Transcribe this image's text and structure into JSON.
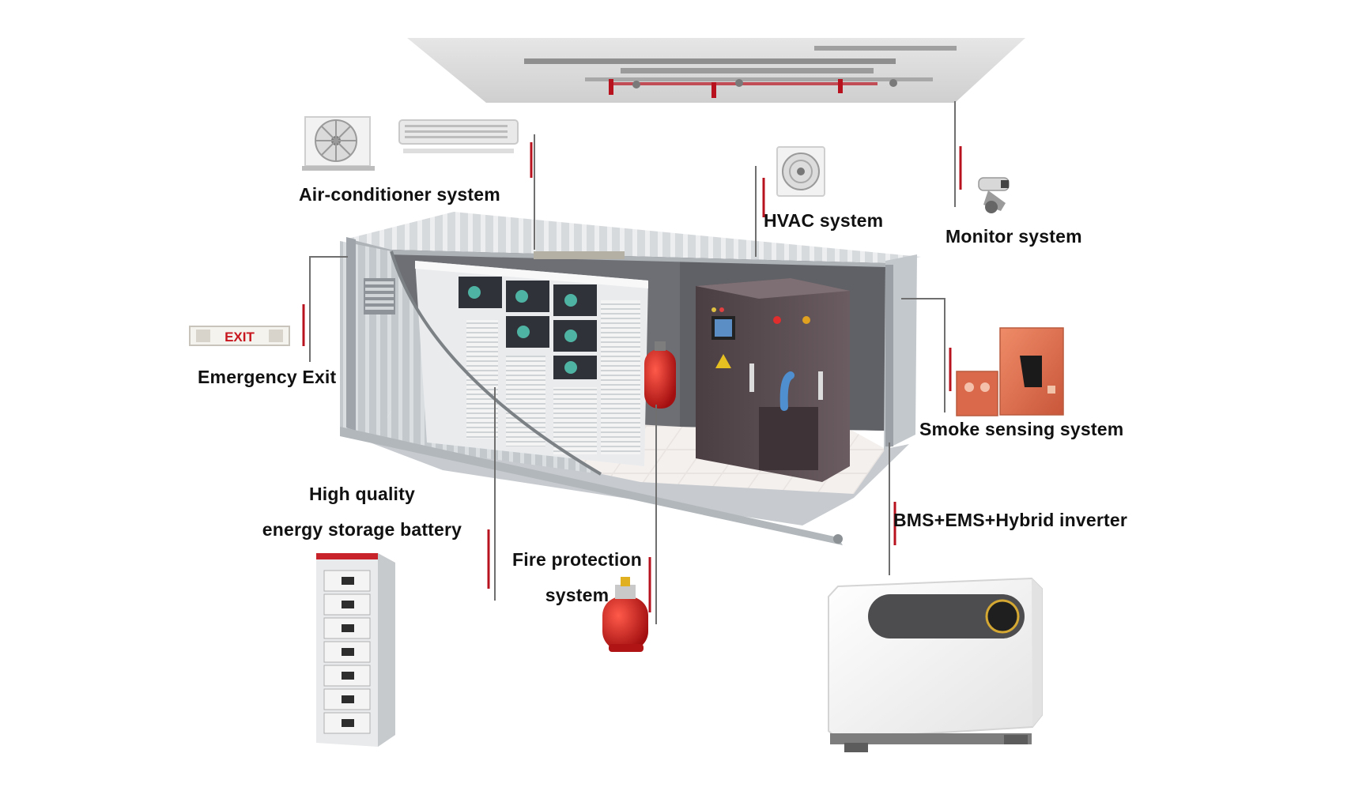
{
  "labels": {
    "air_conditioner": "Air-conditioner system",
    "hvac": "HVAC system",
    "monitor": "Monitor system",
    "emergency_exit": "Emergency Exit",
    "smoke_sensing": "Smoke sensing system",
    "battery_line1": "High quality",
    "battery_line2": "energy storage battery",
    "fire_line1": "Fire protection",
    "fire_line2": "system",
    "bms": "BMS+EMS+Hybrid inverter"
  },
  "exit_sign_text": "EXIT",
  "colors": {
    "leader_red": "#b8121f",
    "leader_grey": "#6f6f6f",
    "container_grey": "#c9ced3",
    "cabinet_dark": "#55484c",
    "extinguisher_red": "#cc1b1b",
    "smoke_panel_orange": "#e0744f"
  }
}
